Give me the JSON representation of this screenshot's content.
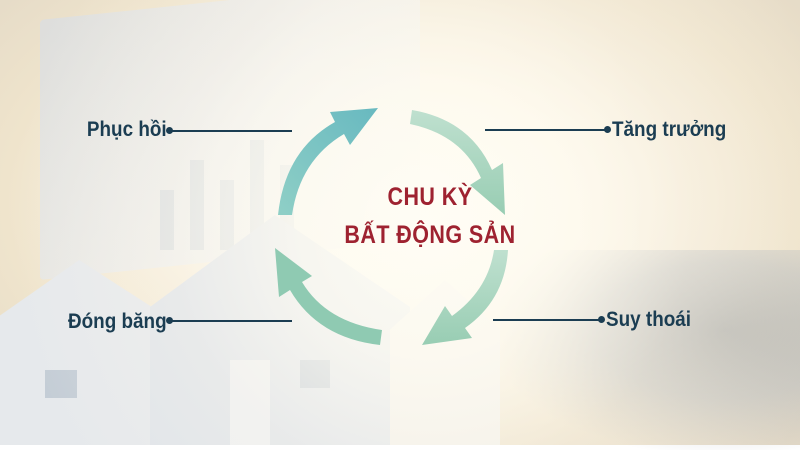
{
  "title": {
    "line1": "CHU KỲ",
    "line2": "BẤT ĐỘNG SẢN",
    "color": "#9e2230"
  },
  "phases": [
    {
      "id": "recovery",
      "label": "Phục hồi",
      "position": "top-left"
    },
    {
      "id": "growth",
      "label": "Tăng trưởng",
      "position": "top-right"
    },
    {
      "id": "decline",
      "label": "Suy thoái",
      "position": "bottom-right"
    },
    {
      "id": "freeze",
      "label": "Đóng băng",
      "position": "bottom-left"
    }
  ],
  "colors": {
    "label_text": "#1b3d52",
    "arrow_teal": "#7cc3c3",
    "arrow_green": "#a8d4b8"
  },
  "cycle_direction": "clockwise"
}
